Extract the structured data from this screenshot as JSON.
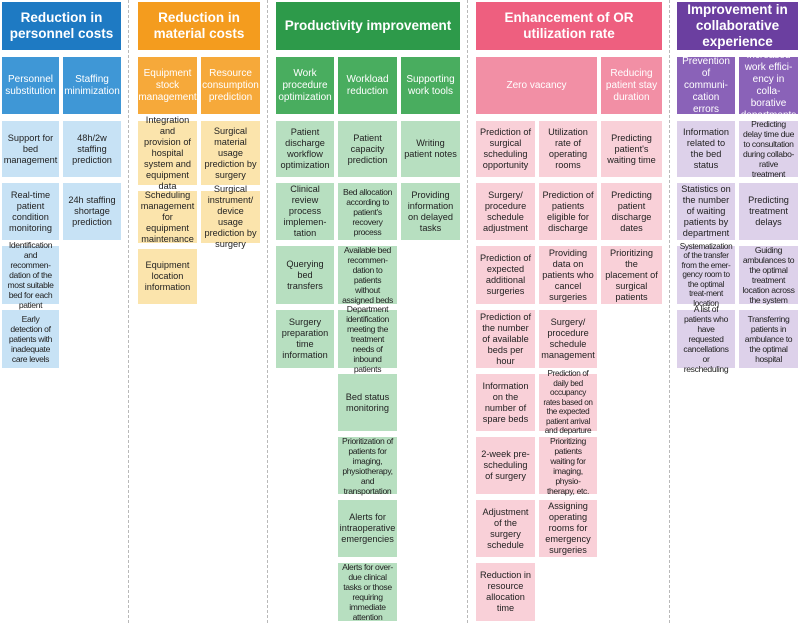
{
  "colors": {
    "personnel": "#1e7ac3",
    "personnel_sub": "#3f97d6",
    "personnel_card": "#c7e2f5",
    "material": "#f49c1e",
    "material_sub": "#f6a93a",
    "material_card": "#fbe4ac",
    "productivity": "#2d9a4a",
    "productivity_sub": "#49ad5f",
    "productivity_card": "#b7dfc0",
    "or": "#ee5f7f",
    "or_sub": "#f28fa5",
    "or_card": "#f9d0d8",
    "collab": "#6b3fa0",
    "collab_sub": "#8a62b8",
    "collab_card": "#ddd1ea"
  },
  "columns": [
    {
      "title": "Reduction in personnel costs",
      "subs": [
        {
          "label": "Personnel substitution",
          "cards": [
            "Support for bed management",
            "Real-time patient condition monitoring",
            "Identification and recommen-dation of the most suitable bed for each patient",
            "Early detection of patients with inadequate care levels"
          ]
        },
        {
          "label": "Staffing minimization",
          "cards": [
            "48h/2w staffing prediction",
            "24h staffing shortage prediction"
          ]
        }
      ]
    },
    {
      "title": "Reduction in material costs",
      "subs": [
        {
          "label": "Equipment stock management",
          "cards": [
            "Integration and provision of hospital system and equipment data",
            "Scheduling management for equipment maintenance",
            "Equipment location information"
          ]
        },
        {
          "label": "Resource consumption prediction",
          "cards": [
            "Surgical material usage prediction by surgery",
            "Surgical instrument/ device usage prediction by surgery"
          ]
        }
      ]
    },
    {
      "title": "Productivity improvement",
      "subs": [
        {
          "label": "Work procedure optimization",
          "cards": [
            "Patient discharge workflow optimization",
            "Clinical review process implemen-tation",
            "Querying bed transfers",
            "Surgery preparation time information"
          ]
        },
        {
          "label": "Workload reduction",
          "cards": [
            "Patient capacity prediction",
            "Bed allocation according to patient's recovery process",
            "Available bed recommen-dation to patients without assigned beds",
            "Department identification meeting the treatment needs of inbound patients",
            "Bed status monitoring",
            "Prioritization of patients for imaging, physiotherapy, and transportation",
            "Alerts for intraoperative emergencies",
            "Alerts for over-due clinical tasks or those requiring immediate attention"
          ]
        },
        {
          "label": "Supporting work tools",
          "cards": [
            "Writing patient notes",
            "Providing information on delayed tasks"
          ]
        }
      ]
    },
    {
      "title": "Enhancement of OR utilization rate",
      "subs": [
        {
          "label": "Zero vacancy",
          "cards_left": [
            "Prediction of surgical scheduling opportunity",
            "Surgery/ procedure schedule adjustment",
            "Prediction of expected additional surgeries",
            "Prediction of the number of available beds per hour",
            "Information on the number of spare beds",
            "2-week pre-scheduling of surgery",
            "Adjustment of the surgery schedule",
            "Reduction in resource allocation time"
          ],
          "cards_right": [
            "Utilization rate of operating rooms",
            "Prediction of patients eligible for discharge",
            "Providing data on patients who cancel surgeries",
            "Surgery/ procedure schedule management",
            "Prediction of daily bed occupancy rates based on the expected patient arrival and departure",
            "Prioritizing patients waiting for imaging, physio-therapy, etc.",
            "Assigning operating rooms for emergency surgeries"
          ]
        },
        {
          "label": "Reducing patient stay duration",
          "cards": [
            "Predicting patient's waiting time",
            "Predicting patient discharge dates",
            "Prioritizing the placement of surgical patients"
          ]
        }
      ]
    },
    {
      "title": "Improvement in collaborative experience",
      "subs": [
        {
          "label": "Prevention of communi-cation errors",
          "cards": [
            "Information related to the bed status",
            "Statistics on the number of waiting patients by department",
            "Systematization of the transfer from the emer-gency room to the optimal treat-ment location",
            "A list of patients who have requested cancellations or rescheduling"
          ]
        },
        {
          "label": "Increased work effici-ency in colla-borative departments",
          "cards": [
            "Predicting delay time due to consultation during collabo-rative treatment",
            "Predicting treatment delays",
            "Guiding ambulances to the optimal treatment location across the system",
            "Transferring patients in ambulance to the optimal hospital"
          ]
        }
      ]
    }
  ]
}
